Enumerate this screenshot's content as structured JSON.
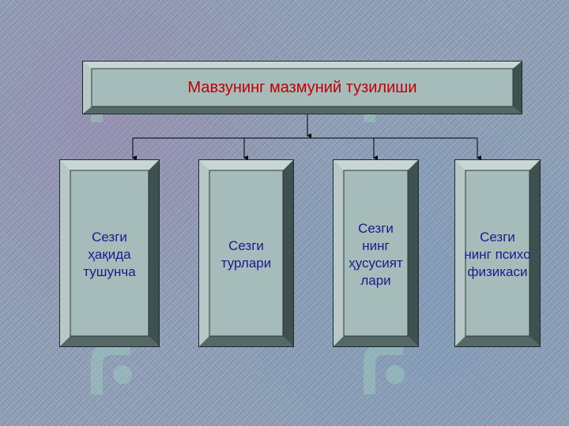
{
  "title": "Мавзунинг мазмуний тузилиши",
  "boxes": [
    {
      "text": "Сезги\nҳақида\nтушунча"
    },
    {
      "text": "Сезги\nтурлари"
    },
    {
      "text": "Сезги\nнинг\nҳусусият\nлари"
    },
    {
      "text": "Сезги\nнинг психо\nфизикаси"
    }
  ],
  "colors": {
    "title_text": "#c00000",
    "box_text": "#1a1a8c",
    "box_fill": "#a6bcba"
  }
}
